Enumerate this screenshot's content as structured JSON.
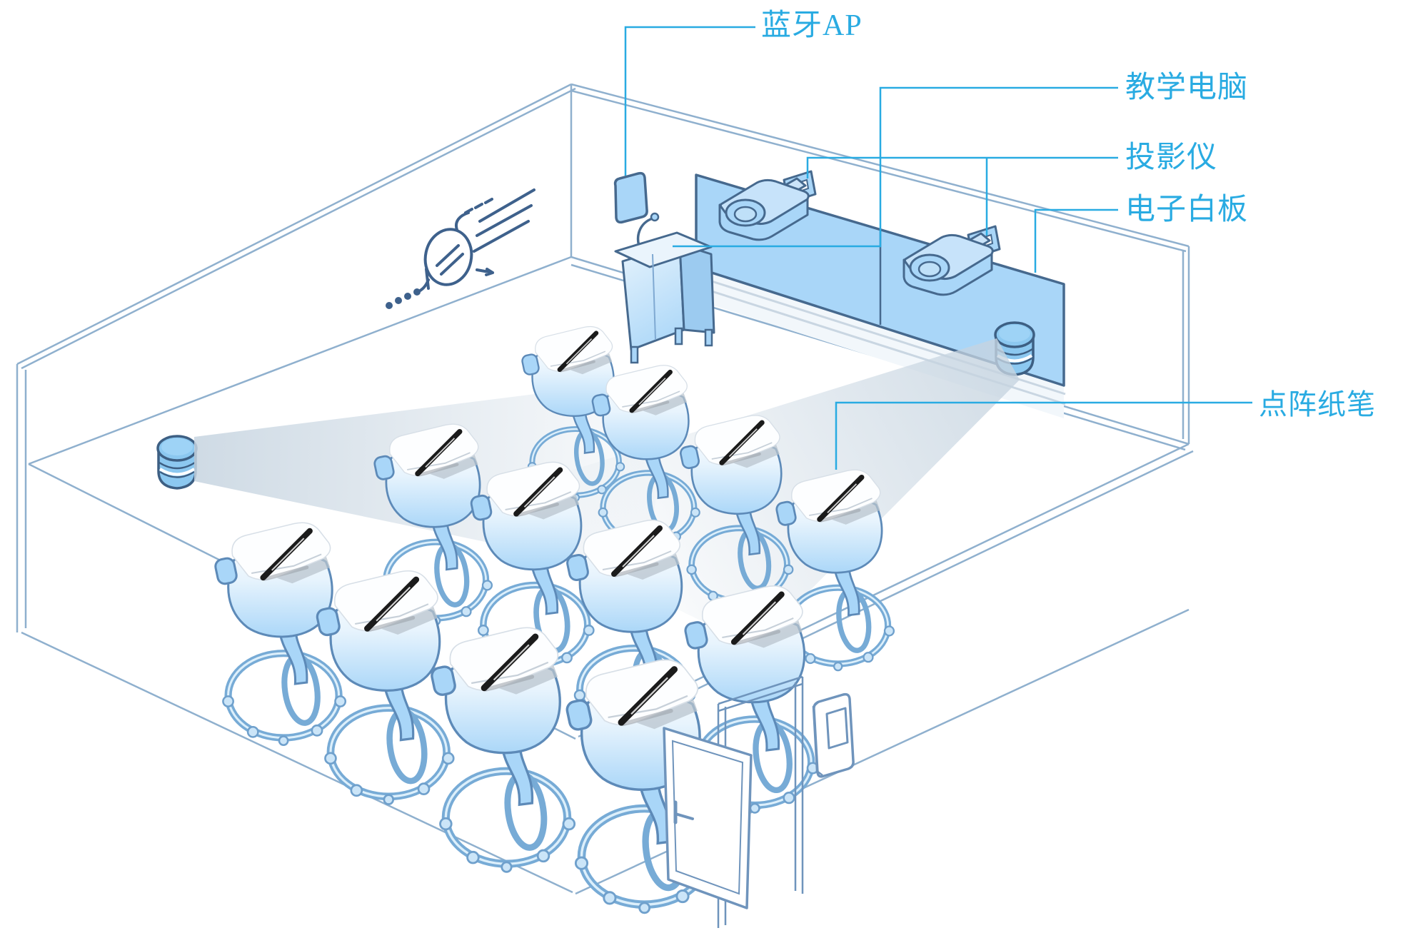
{
  "diagram": {
    "type": "smart-classroom-isometric-illustration",
    "accent_color": "#29ABE2",
    "labels": {
      "bluetooth_ap": "蓝牙AP",
      "teaching_computer": "教学电脑",
      "projector": "投影仪",
      "whiteboard": "电子白板",
      "dot_matrix_pen": "点阵纸笔"
    },
    "counts": {
      "student_desks": 12,
      "projectors": 2,
      "speakers": 2,
      "whiteboard_panels": 2,
      "doors": 1
    },
    "colors": {
      "furniture_fill": "#A9D6F8",
      "speaker_fill": "#8CC8F0",
      "outline_dark": "#46698E",
      "outline_mid": "#5D8AB8",
      "wall_line": "#8FB0CE",
      "sketch_line": "#3E618C",
      "pen": "#1B1B1B",
      "beam": "#C6D4E0"
    }
  }
}
